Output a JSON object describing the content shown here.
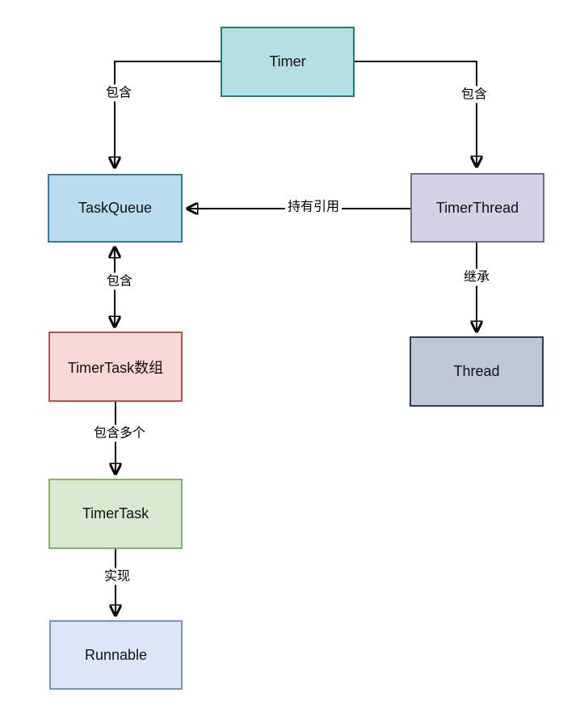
{
  "diagram": {
    "background_color": "#ffffff",
    "line_color": "#000000",
    "nodes": [
      {
        "id": "timer",
        "label": "Timer",
        "fill": "#b5e0e2",
        "border": "#1b7e8a"
      },
      {
        "id": "taskqueue",
        "label": "TaskQueue",
        "fill": "#b9dcee",
        "border": "#2d7ba6"
      },
      {
        "id": "timerthread",
        "label": "TimerThread",
        "fill": "#d4d1e4",
        "border": "#6f6c96"
      },
      {
        "id": "timertask-array",
        "label": "TimerTask数组",
        "fill": "#f8d8d5",
        "border": "#b85450"
      },
      {
        "id": "thread",
        "label": "Thread",
        "fill": "#bcc9d4",
        "border": "#2b3e54"
      },
      {
        "id": "timertask",
        "label": "TimerTask",
        "fill": "#d8e9d2",
        "border": "#82b366"
      },
      {
        "id": "runnable",
        "label": "Runnable",
        "fill": "#dbe7f9",
        "border": "#7a93c4"
      }
    ],
    "edges": [
      {
        "from": "Timer",
        "to": "TaskQueue",
        "label": "包含",
        "bidirectional": false
      },
      {
        "from": "Timer",
        "to": "TimerThread",
        "label": "包含",
        "bidirectional": false
      },
      {
        "from": "TimerThread",
        "to": "TaskQueue",
        "label": "持有引用",
        "bidirectional": false
      },
      {
        "from": "TaskQueue",
        "to": "TimerTask数组",
        "label": "包含",
        "bidirectional": true
      },
      {
        "from": "TimerThread",
        "to": "Thread",
        "label": "继承",
        "bidirectional": false
      },
      {
        "from": "TimerTask数组",
        "to": "TimerTask",
        "label": "包含多个",
        "bidirectional": false
      },
      {
        "from": "TimerTask",
        "to": "Runnable",
        "label": "实现",
        "bidirectional": false
      }
    ]
  }
}
